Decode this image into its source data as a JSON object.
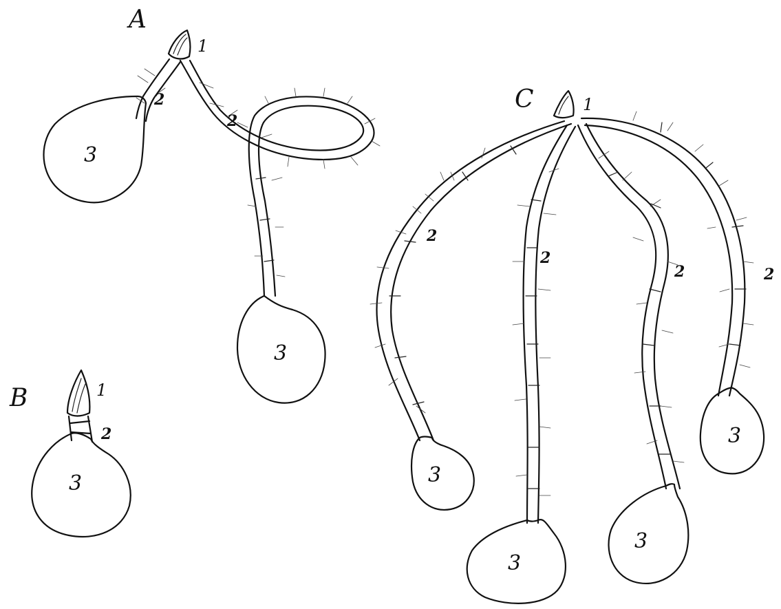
{
  "figures": {
    "A": {
      "letter": "A",
      "labels": {
        "tip": "1",
        "stem_left": "2",
        "stem_right": "2",
        "tuber_left": "3",
        "tuber_right": "3"
      }
    },
    "B": {
      "letter": "B",
      "labels": {
        "tip": "1",
        "stem": "2",
        "tuber": "3"
      }
    },
    "C": {
      "letter": "C",
      "labels": {
        "tip": "1",
        "stem1": "2",
        "stem2": "2",
        "stem3": "2",
        "stem4": "2",
        "tuber1": "3",
        "tuber2": "3",
        "tuber3": "3",
        "tuber4": "3"
      }
    }
  }
}
